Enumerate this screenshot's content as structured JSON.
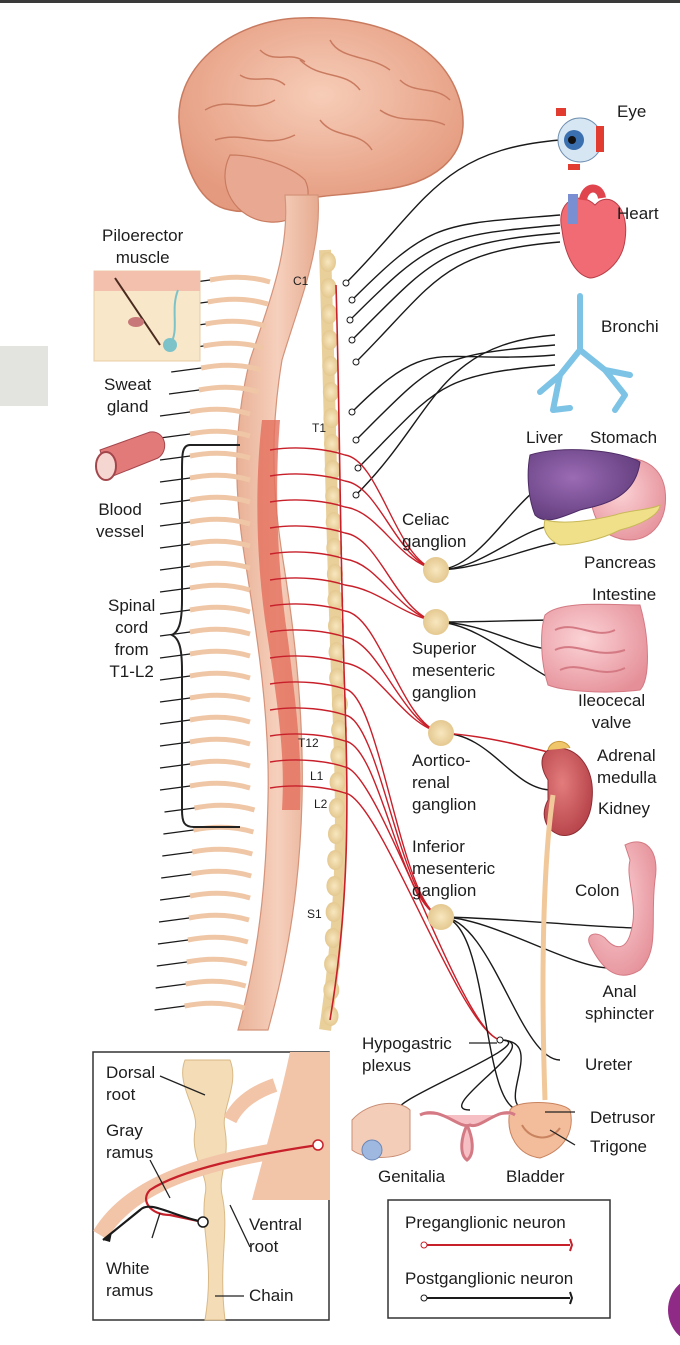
{
  "labels": {
    "eye": "Eye",
    "heart": "Heart",
    "bronchi": "Bronchi",
    "liver": "Liver",
    "stomach": "Stomach",
    "celiac": "Celiac\nganglion",
    "pancreas": "Pancreas",
    "intestine": "Intestine",
    "superior": "Superior\nmesenteric\nganglion",
    "ileocecal": "Ileocecal\nvalve",
    "adrenal": "Adrenal\nmedulla",
    "kidney": "Kidney",
    "aortico": "Aortico-\nrenal\nganglion",
    "inferior": "Inferior\nmesenteric\nganglion",
    "colon": "Colon",
    "anal": "Anal\nsphincter",
    "hypogastric": "Hypogastric\nplexus",
    "ureter": "Ureter",
    "detrusor": "Detrusor",
    "trigone": "Trigone",
    "genitalia": "Genitalia",
    "bladder": "Bladder",
    "piloerector": "Piloerector\nmuscle",
    "sweat": "Sweat\ngland",
    "blood": "Blood\nvessel",
    "spinal": "Spinal\ncord\nfrom\nT1-L2",
    "c1": "C1",
    "t1": "T1",
    "t12": "T12",
    "l1": "L1",
    "l2": "L2",
    "s1": "S1"
  },
  "inset": {
    "dorsal": "Dorsal\nroot",
    "gray": "Gray\nramus",
    "white": "White\nramus",
    "ventral": "Ventral\nroot",
    "chain": "Chain"
  },
  "legend": {
    "pre": "Preganglionic neuron",
    "post": "Postganglionic neuron"
  },
  "colors": {
    "preganglionic": "#c8202a",
    "postganglionic": "#1a1a1a",
    "cord": "#f2c4a8",
    "ganglion": "#efd9a6",
    "brain": "#f0b59c"
  }
}
